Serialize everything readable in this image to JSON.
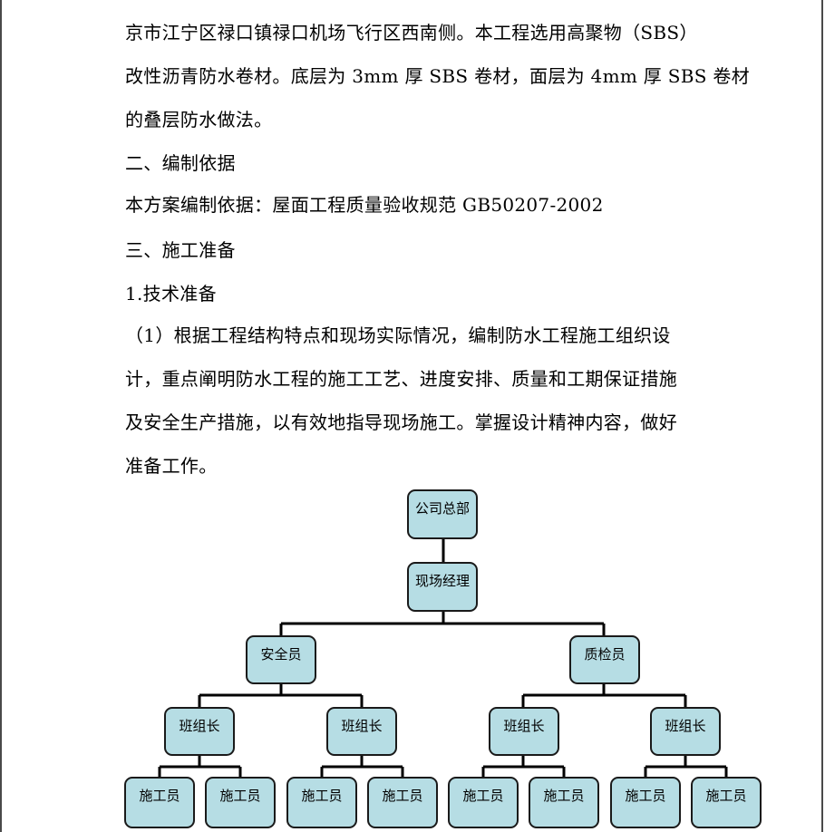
{
  "document": {
    "lines": [
      "京市江宁区禄口镇禄口机场飞行区西南侧。本工程选用高聚物（SBS）",
      "改性沥青防水卷材。底层为 3mm 厚 SBS 卷材，面层为 4mm 厚 SBS 卷材",
      "的叠层防水做法。",
      "二、编制依据",
      "本方案编制依据：屋面工程质量验收规范 GB50207-2002",
      "三、施工准备",
      "1.技术准备",
      "（1）根据工程结构特点和现场实际情况，编制防水工程施工组织设",
      "计，重点阐明防水工程的施工工艺、进度安排、质量和工期保证措施",
      "及安全生产措施，以有效地指导现场施工。掌握设计精神内容，做好",
      "准备工作。"
    ]
  },
  "org_chart": {
    "head": "公司总部",
    "manager": "现场经理",
    "officers": [
      "安全员",
      "质检员"
    ],
    "team_leader": "班组长",
    "worker": "施工员"
  }
}
